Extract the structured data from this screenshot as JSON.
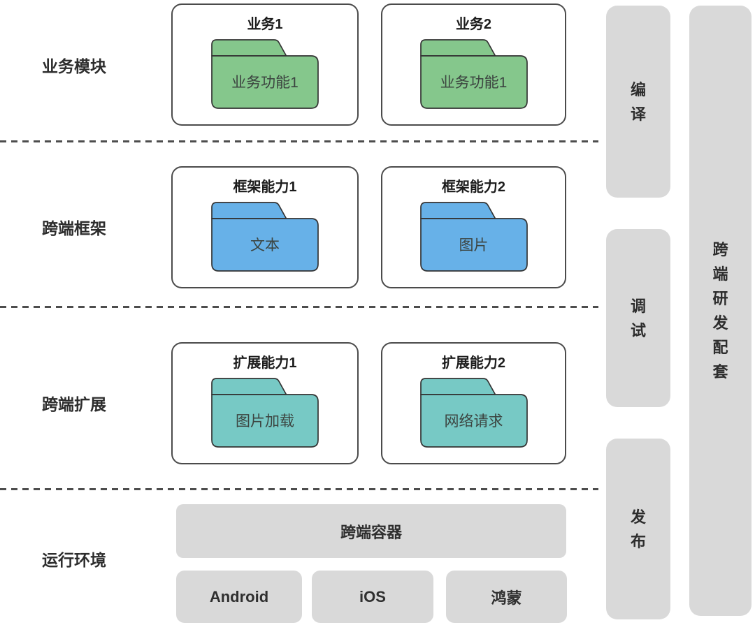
{
  "colors": {
    "business_folder": "#85c78c",
    "framework_folder": "#67b1e8",
    "extension_folder": "#77c9c5",
    "pill_gray": "#d9d9d9",
    "folder_stroke": "#333333"
  },
  "sections": {
    "business": {
      "label": "业务模块",
      "boxes": [
        {
          "title": "业务1",
          "folder_label": "业务功能1"
        },
        {
          "title": "业务2",
          "folder_label": "业务功能1"
        }
      ]
    },
    "framework": {
      "label": "跨端框架",
      "boxes": [
        {
          "title": "框架能力1",
          "folder_label": "文本"
        },
        {
          "title": "框架能力2",
          "folder_label": "图片"
        }
      ]
    },
    "extension": {
      "label": "跨端扩展",
      "boxes": [
        {
          "title": "扩展能力1",
          "folder_label": "图片加载"
        },
        {
          "title": "扩展能力2",
          "folder_label": "网络请求"
        }
      ]
    },
    "runtime": {
      "label": "运行环境",
      "container_label": "跨端容器",
      "platforms": [
        "Android",
        "iOS",
        "鸿蒙"
      ]
    }
  },
  "side_stages": [
    "编译",
    "调试",
    "发布"
  ],
  "right_rail_label": "跨端研发配套"
}
